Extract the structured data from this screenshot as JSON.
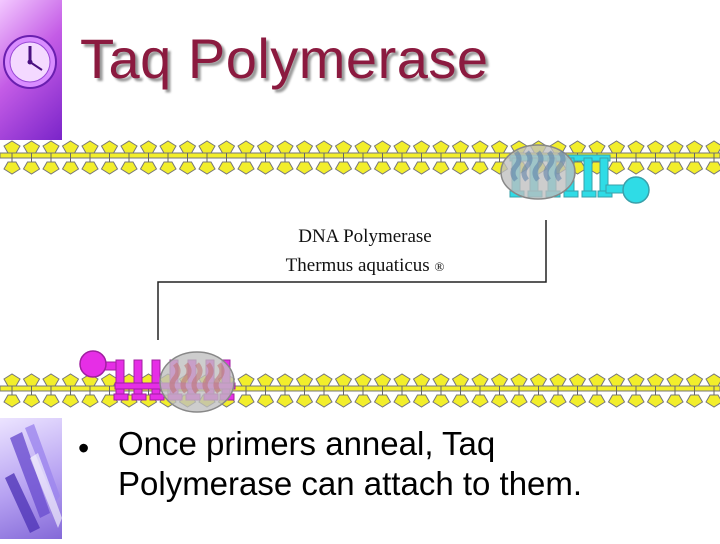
{
  "slide": {
    "title": "Taq Polymerase",
    "label_line1": "DNA Polymerase",
    "label_line2": "Thermus aquaticus",
    "label_mark": "®",
    "bullet_symbol": "•",
    "bullet_text": "Once primers anneal, Taq Polymerase can attach to them."
  },
  "colors": {
    "title": "#8b1a3f",
    "dna_strand": "#f2ee2b",
    "primer_top": "#2fdce6",
    "primer_bottom": "#e62ee6",
    "polymerase": "#bfbfbf"
  },
  "icons": {
    "top_corner": "clock-icon",
    "bottom_corner": "crystal-icon"
  }
}
